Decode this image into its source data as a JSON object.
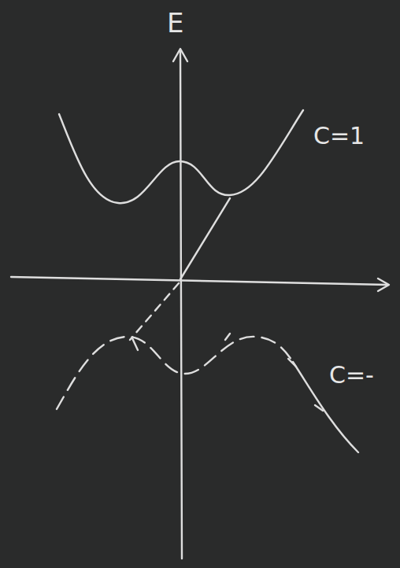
{
  "diagram": {
    "labels": [
      "E",
      "C=1",
      "C=-"
    ]
  }
}
